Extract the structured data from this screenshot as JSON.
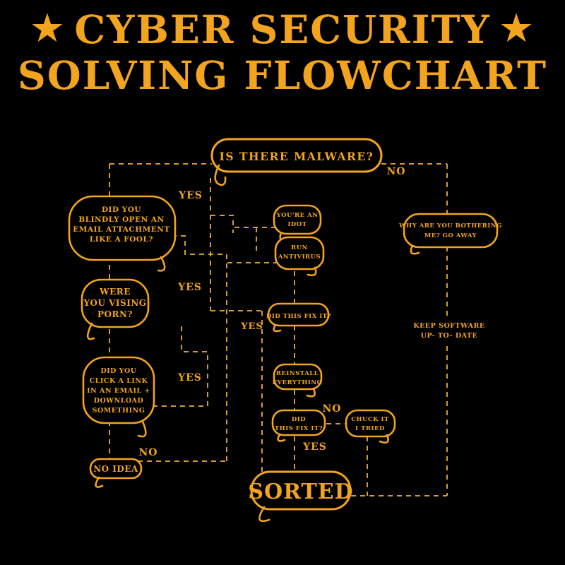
{
  "title": {
    "star": "★",
    "line1": "CYBER SECURITY",
    "line2": "SOLVING FLOWCHART"
  },
  "colors": {
    "background": "#000000",
    "accent": "#F2A41F",
    "connector": "#D69A30"
  },
  "diagram": {
    "nodes": {
      "malware": {
        "lines": [
          "IS THERE MALWARE?"
        ]
      },
      "email": {
        "lines": [
          "DID YOU",
          "BLINDLY OPEN AN",
          "EMAIL ATTACHMENT",
          "LIKE A FOOL?"
        ]
      },
      "idiot": {
        "lines": [
          "YOU'RE AN",
          "IDOT"
        ]
      },
      "antivirus": {
        "lines": [
          "RUN",
          "ANTIVIRUS"
        ]
      },
      "bothering": {
        "lines": [
          "WHY ARE YOU BOTHERING",
          "ME? GO AWAY"
        ]
      },
      "porn": {
        "lines": [
          "WERE",
          "YOU VISING",
          "PORN?"
        ]
      },
      "fixit1": {
        "lines": [
          "DID THIS FIX IT?"
        ]
      },
      "clicklink": {
        "lines": [
          "DID YOU",
          "CLICK A LINK",
          "IN AN EMAIL +",
          "DOWNLOAD",
          "SOMETHING"
        ]
      },
      "reinstall": {
        "lines": [
          "REINSTALL",
          "EVERYTHING"
        ]
      },
      "fixit2": {
        "lines": [
          "DID",
          "THIS FIX IT?"
        ]
      },
      "chuckit": {
        "lines": [
          "CHUCK IT",
          "I TRIED"
        ]
      },
      "noidea": {
        "lines": [
          "NO IDEA"
        ]
      },
      "sorted": {
        "lines": [
          "SORTED"
        ]
      },
      "keepsoftware": {
        "lines": [
          "KEEP SOFTWARE",
          "UP- TO- DATE"
        ]
      }
    },
    "edge_labels": {
      "no_top": "NO",
      "yes_top": "YES",
      "yes_porn": "YES",
      "yes_fix1": "YES",
      "yes_link": "YES",
      "no_mid": "NO",
      "yes_bottom": "YES",
      "no_bottom": "NO"
    }
  }
}
